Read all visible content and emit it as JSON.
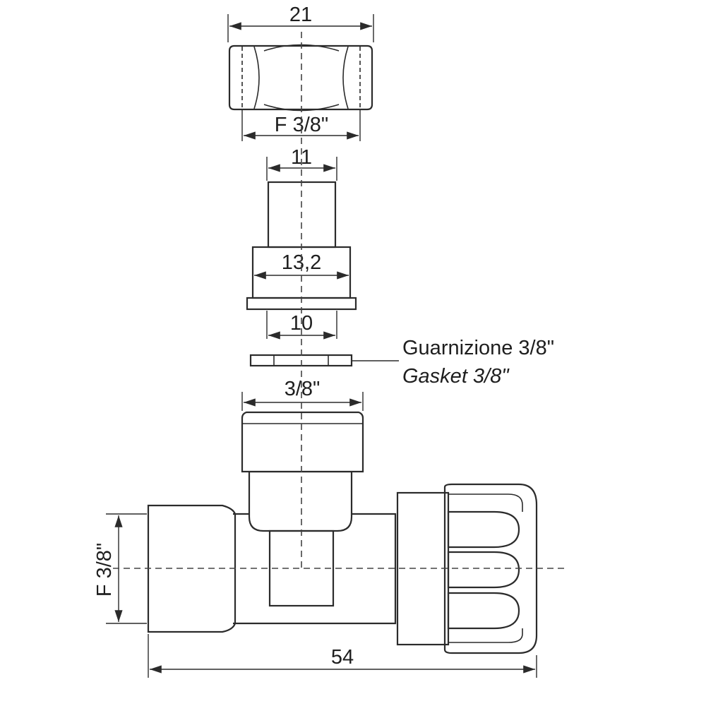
{
  "dimensions": {
    "nut_width": "21",
    "nut_thread": "F 3/8\"",
    "tail_width": "11",
    "collar_width": "13,2",
    "flange_width": "10",
    "body_thread_top": "3/8\"",
    "body_thread_side": "F 3/8\"",
    "total_length": "54"
  },
  "gasket": {
    "label_it": "Guarnizione 3/8\"",
    "label_en": "Gasket 3/8\""
  }
}
